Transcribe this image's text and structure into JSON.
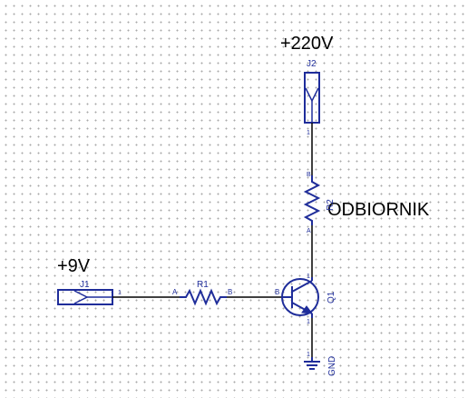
{
  "labels": {
    "supply_high": "+220V",
    "supply_low": "+9V",
    "load": "ODBIORNIK"
  },
  "components": {
    "j1": {
      "ref": "J1",
      "pin": "1"
    },
    "j2": {
      "ref": "J2",
      "pin": "1"
    },
    "r1": {
      "ref": "R1",
      "pin_a": "A",
      "pin_b": "B"
    },
    "r2": {
      "ref": "R2",
      "pin_a": "A",
      "pin_b": "B"
    },
    "q1": {
      "ref": "Q1",
      "pin_base": "B",
      "pin_c": "1",
      "pin_e": "1"
    },
    "gnd": {
      "ref": "GND",
      "pin": "1"
    }
  },
  "colors": {
    "symbol": "#1f2d9a",
    "wire": "#000000",
    "grid": "#a9a9a9"
  }
}
